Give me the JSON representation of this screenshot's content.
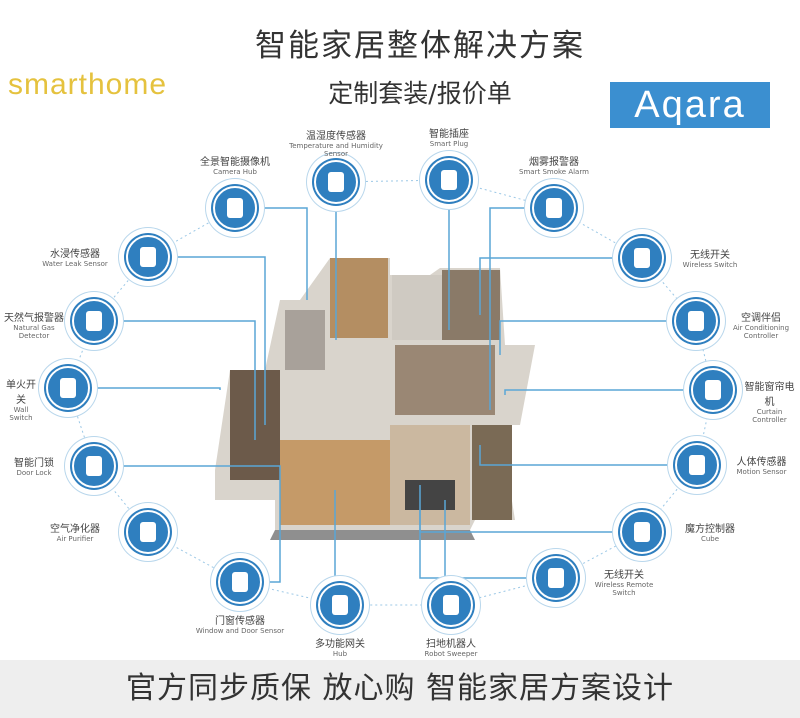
{
  "header": {
    "title": "智能家居整体解决方案",
    "subtitle": "定制套装/报价单",
    "brand": "smarthome",
    "logo": "Aqara"
  },
  "colors": {
    "accent": "#2f7fbf",
    "brand": "#e5c23e",
    "logo_bg": "#3b8fd0"
  },
  "devices": [
    {
      "cn": "温湿度传感器",
      "en": "Temperature and Humidity Sensor",
      "icon": "thermometer-icon"
    },
    {
      "cn": "智能插座",
      "en": "Smart Plug",
      "icon": "plug-icon"
    },
    {
      "cn": "烟雾报警器",
      "en": "Smart Smoke Alarm",
      "icon": "smoke-alarm-icon"
    },
    {
      "cn": "无线开关",
      "en": "Wireless Switch",
      "icon": "wireless-switch-icon"
    },
    {
      "cn": "空调伴侣",
      "en": "Air Conditioning Controller",
      "icon": "ac-controller-icon"
    },
    {
      "cn": "智能窗帘电机",
      "en": "Curtain Controller",
      "icon": "curtain-icon"
    },
    {
      "cn": "人体传感器",
      "en": "Motion Sensor",
      "icon": "motion-sensor-icon"
    },
    {
      "cn": "魔方控制器",
      "en": "Cube",
      "icon": "cube-icon"
    },
    {
      "cn": "无线开关",
      "en": "Wireless Remote Switch",
      "icon": "remote-switch-icon"
    },
    {
      "cn": "扫地机器人",
      "en": "Robot Sweeper",
      "icon": "robot-sweeper-icon"
    },
    {
      "cn": "多功能网关",
      "en": "Hub",
      "icon": "hub-icon"
    },
    {
      "cn": "门窗传感器",
      "en": "Window and Door Sensor",
      "icon": "door-sensor-icon"
    },
    {
      "cn": "空气净化器",
      "en": "Air Purifier",
      "icon": "air-purifier-icon"
    },
    {
      "cn": "智能门锁",
      "en": "Door Lock",
      "icon": "door-lock-icon"
    },
    {
      "cn": "单火开关",
      "en": "Wall Switch",
      "icon": "wall-switch-icon"
    },
    {
      "cn": "天然气报警器",
      "en": "Natural Gas Detector",
      "icon": "gas-detector-icon"
    },
    {
      "cn": "水浸传感器",
      "en": "Water Leak Sensor",
      "icon": "water-leak-icon"
    },
    {
      "cn": "全景智能摄像机",
      "en": "Camera Hub",
      "icon": "camera-icon"
    }
  ],
  "footer": {
    "text": "官方同步质保 放心购 智能家居方案设计"
  }
}
